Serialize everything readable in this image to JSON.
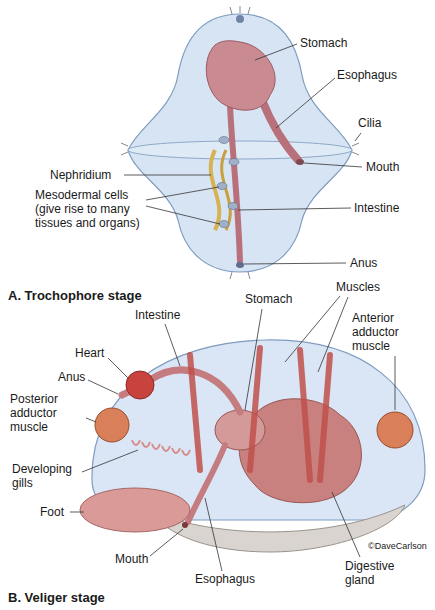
{
  "diagram": {
    "labels": [
      "Stomach",
      "Esophagus",
      "Cilia",
      "Mouth",
      "Intestine",
      "Anus",
      "Nephridium",
      "Mesodermal cells (give rise to many tissues and organs)",
      "A. Trochophore stage",
      "Intestine",
      "Stomach",
      "Muscles",
      "Heart",
      "Anus",
      "Anterior adductor muscle",
      "Posterior adductor muscle",
      "Developing gills",
      "Foot",
      "Mouth",
      "Esophagus",
      "Digestive gland",
      "©DaveCarlson",
      "B. Veliger stage"
    ]
  }
}
